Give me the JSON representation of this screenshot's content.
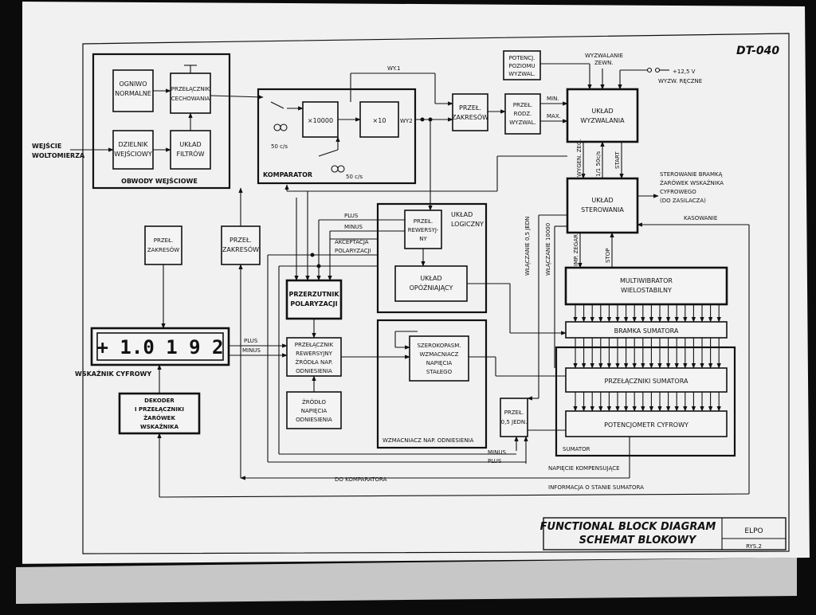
{
  "doc_id": "DT-040",
  "title_block": {
    "line1": "FUNCTIONAL BLOCK DIAGRAM",
    "line2": "SCHEMAT BLOKOWY",
    "company": "ELPO",
    "sheet": "RYS.2"
  },
  "input_group": {
    "title": "OBWODY WEJŚCIOWE",
    "ogniwo": [
      "OGNIWO",
      "NORMALNE"
    ],
    "przelacznik": [
      "PRZEŁĄCZNIK",
      "CECHOWANIA"
    ],
    "dzielnik": [
      "DZIELNIK",
      "WEJŚCIOWY"
    ],
    "filtr": [
      "UKŁAD",
      "FILTRÓW"
    ],
    "input_label": [
      "WEJŚCIE",
      "WOLTOMIERZA"
    ]
  },
  "comparator": {
    "title": "KOMPARATOR",
    "amp1": "×10000",
    "amp2": "×10",
    "freq1": "50 c/s",
    "freq2": "50 c/s",
    "wy1": "WY.1",
    "wy2": "WY2"
  },
  "blocks": {
    "przel_zakresow_top": [
      "PRZEŁ.",
      "ZAKRESÓW"
    ],
    "przel_rodz": [
      "PRZEŁ.",
      "RODZ.",
      "WYZWAL."
    ],
    "potencj": [
      "POTENCJ.",
      "POZIOMU",
      "WYZWAL."
    ],
    "wyzwalanie_zewn": [
      "WYZWALANIE",
      "ZEWN."
    ],
    "voltage_125": "+12,5 V",
    "wyzw_reczne": "WYZW. RĘCZNE",
    "uklad_wyzwalania": [
      "UKŁAD",
      "WYZWALANIA"
    ],
    "min": "MIN.",
    "max": "MAX.",
    "uklad_sterowania": [
      "UKŁAD",
      "STEROWANIA"
    ],
    "sterowanie_note": [
      "STEROWANIE BRAMKĄ",
      "ŻARÓWEK WSKAŹNIKA",
      "CYFROWEGO",
      "(DO ZASILACZA)"
    ],
    "kasowanie": "KASOWANIE",
    "sig_wygen": "WYGEN. ZEG.",
    "sig_50cs": "1/1 50c/s",
    "sig_start": "START",
    "sig_stop": "STOP",
    "sig_imp": "IMP. ZEGAR",
    "wlaczanie_05": "WŁĄCZANIE 0,5 JEDN",
    "wlaczanie_10000": "WŁĄCZANIE 10000",
    "multiwibrator": [
      "MULTIWIBRATOR",
      "WIELOSTABILNY"
    ],
    "bramka": "BRAMKA SUMATORA",
    "przelaczniki_sumatora": "PRZEŁĄCZNIKI SUMATORA",
    "potencjometr": "POTENCJOMETR CYFROWY",
    "sumator": "SUMATOR",
    "logic_title": [
      "UKŁAD",
      "LOGICZNY"
    ],
    "przel_rewersyjny": [
      "PRZEŁ.",
      "REWERSYJ-",
      "NY"
    ],
    "uklad_opozniajacy": [
      "UKŁAD",
      "OPÓŹNIAJĄCY"
    ],
    "plus": "PLUS",
    "minus": "MINUS",
    "akceptacja": [
      "AKCEPTACJA",
      "POLARYZACJI"
    ],
    "przerzutnik": [
      "PRZERZUTNIK",
      "POLARYZACJI"
    ],
    "przel_zakresow_a": [
      "PRZEŁ.",
      "ZAKRESÓW"
    ],
    "przel_zakresow_b": [
      "PRZEŁ.",
      "ZAKRESÓW"
    ],
    "display": "+ 1.0 1 9 2",
    "display_label": "WSKAŹNIK CYFROWY",
    "dekoder": [
      "DEKODER",
      "I PRZEŁĄCZNIKI",
      "ŻARÓWEK",
      "WSKAŹNIKA"
    ],
    "przelacznik_rewersyjny": [
      "PRZEŁĄCZNIK",
      "REWERSYJNY",
      "ŹRÓDŁA NAP.",
      "ODNIESIENIA"
    ],
    "zrodlo": [
      "ŹRÓDŁO",
      "NAPIĘCIA",
      "ODNIESIENIA"
    ],
    "wzm_group_title": "WZMACNIACZ NAP. ODNIESIENIA",
    "szerokopasm": [
      "SZEROKOPASM.",
      "WZMACNIACZ",
      "NAPIĘCIA",
      "STAŁEGO"
    ],
    "przel_05": [
      "PRZEŁ.",
      "0,5 JEDN."
    ],
    "napiecie_komp": "NAPIĘCIE KOMPENSUJĄCE",
    "do_komparatora": "DO KOMPARATORA",
    "informacja": "INFORMACJA O STANIE SUMATORA"
  }
}
